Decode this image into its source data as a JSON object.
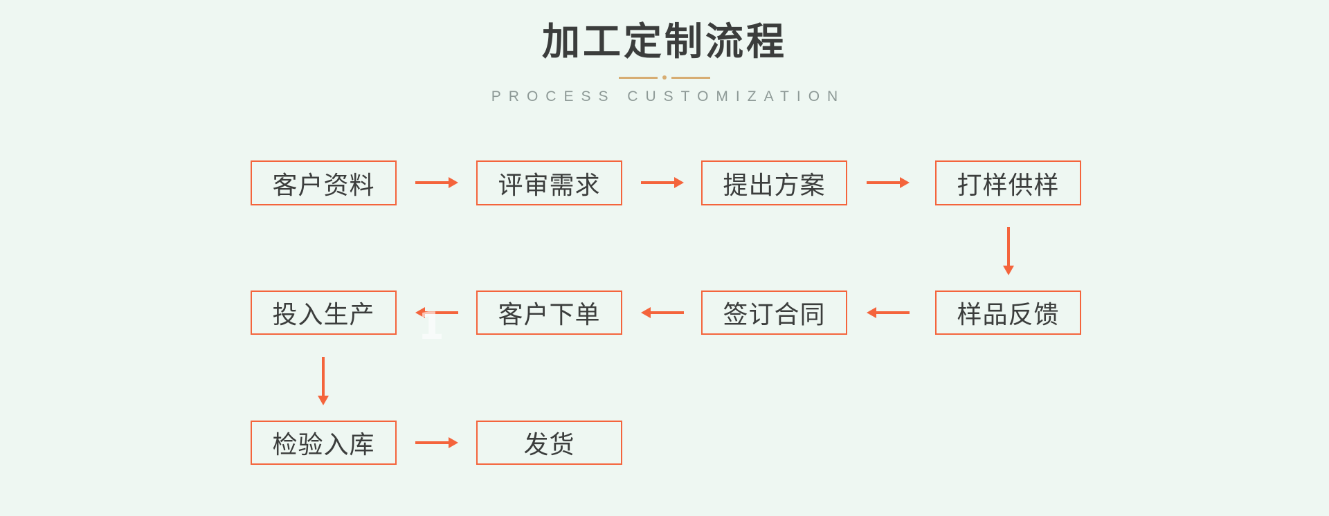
{
  "page": {
    "background_color": "#eef7f2",
    "accent_color": "#f4643c",
    "text_color": "#3b3d3c",
    "divider_color": "#d7ad73"
  },
  "header": {
    "title": "加工定制流程",
    "subtitle": "PROCESS CUSTOMIZATION"
  },
  "chart_data": {
    "type": "diagram",
    "title": "加工定制流程",
    "subtitle": "PROCESS CUSTOMIZATION",
    "nodes": [
      {
        "id": "n1",
        "label": "客户资料",
        "row": 1,
        "col": 1
      },
      {
        "id": "n2",
        "label": "评审需求",
        "row": 1,
        "col": 2
      },
      {
        "id": "n3",
        "label": "提出方案",
        "row": 1,
        "col": 3
      },
      {
        "id": "n4",
        "label": "打样供样",
        "row": 1,
        "col": 4
      },
      {
        "id": "n5",
        "label": "样品反馈",
        "row": 2,
        "col": 4
      },
      {
        "id": "n6",
        "label": "签订合同",
        "row": 2,
        "col": 3
      },
      {
        "id": "n7",
        "label": "客户下单",
        "row": 2,
        "col": 2
      },
      {
        "id": "n8",
        "label": "投入生产",
        "row": 2,
        "col": 1
      },
      {
        "id": "n9",
        "label": "检验入库",
        "row": 3,
        "col": 1
      },
      {
        "id": "n10",
        "label": "发货",
        "row": 3,
        "col": 2
      }
    ],
    "edges": [
      {
        "from": "n1",
        "to": "n2",
        "direction": "right"
      },
      {
        "from": "n2",
        "to": "n3",
        "direction": "right"
      },
      {
        "from": "n3",
        "to": "n4",
        "direction": "right"
      },
      {
        "from": "n4",
        "to": "n5",
        "direction": "down"
      },
      {
        "from": "n5",
        "to": "n6",
        "direction": "left"
      },
      {
        "from": "n6",
        "to": "n7",
        "direction": "left"
      },
      {
        "from": "n7",
        "to": "n8",
        "direction": "left"
      },
      {
        "from": "n8",
        "to": "n9",
        "direction": "down"
      },
      {
        "from": "n9",
        "to": "n10",
        "direction": "right"
      }
    ]
  },
  "watermark": {
    "mark": "1"
  }
}
